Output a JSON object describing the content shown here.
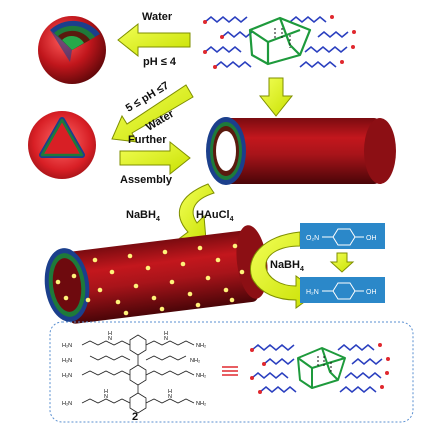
{
  "labels": {
    "water_top": "Water",
    "ph_le_4": "pH ≤ 4",
    "ph_range": "5 ≤ pH ≤7",
    "water_mid": "Water",
    "further": "Further",
    "assembly": "Assembly",
    "nabh4_left": "NaBH",
    "nabh4_left_sub": "4",
    "haucl4": "HAuCl",
    "haucl4_sub": "4",
    "nabh4_right": "NaBH",
    "nabh4_right_sub": "4",
    "compound_number": "2"
  },
  "reactant": {
    "left": "O₂N",
    "right": "OH"
  },
  "product": {
    "left": "H₂N",
    "right": "OH"
  },
  "structure_groups": {
    "nh2": "NH₂",
    "h2n": "H₂N",
    "nh": "N",
    "h": "H"
  },
  "colors": {
    "arrow_fill": "#d9ef1e",
    "arrow_stroke": "#7f8f00",
    "tube_red": "#b0141a",
    "tube_dark": "#6e0a0e",
    "shell_green": "#1e7a3a",
    "shell_blue": "#1b3f8c",
    "chain_blue": "#2a3fbf",
    "end_red": "#e0282e",
    "core_green": "#27a84a",
    "box_blue": "#2b88c9",
    "gold_dot": "#fff27a",
    "dotted_border": "#5a8fd0"
  }
}
